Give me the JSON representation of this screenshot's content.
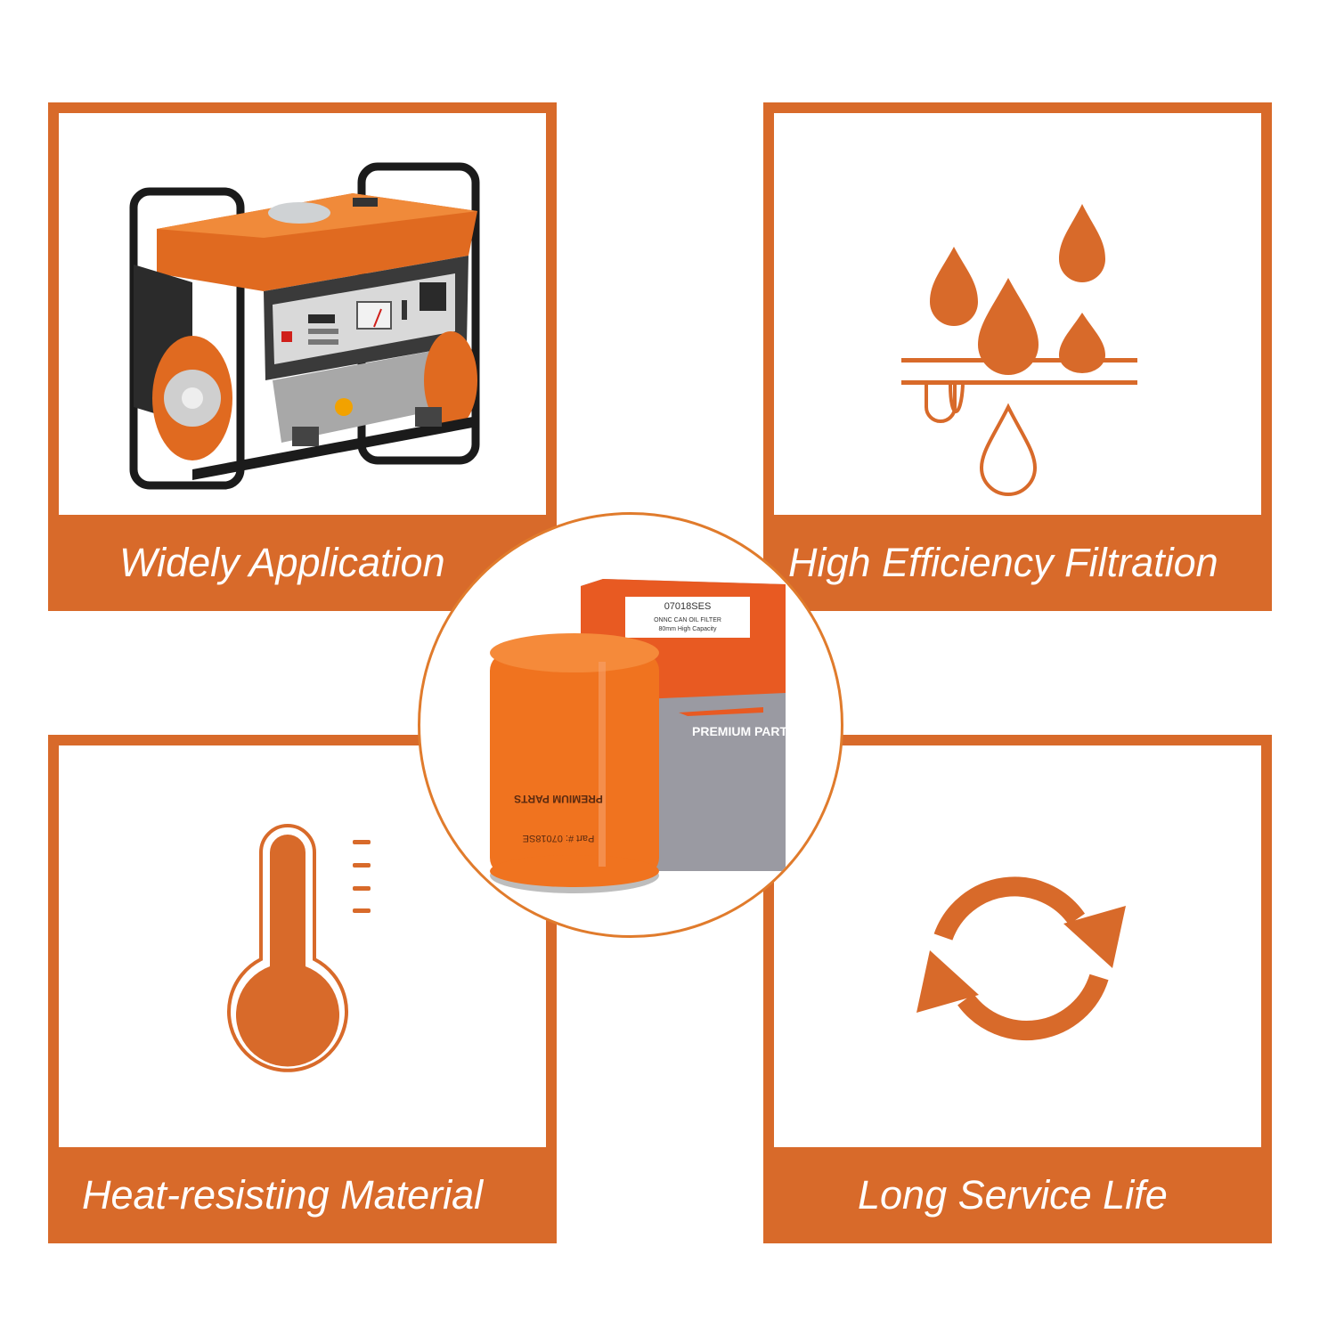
{
  "colors": {
    "accent": "#d86a2a",
    "filter_orange": "#f0731f",
    "box_gray": "#9a9aa2"
  },
  "features": [
    {
      "label": "Widely Application",
      "icon": "generator-image"
    },
    {
      "label": "High Efficiency Filtration",
      "icon": "oil-drops-filter-icon"
    },
    {
      "label": "Heat-resisting Material",
      "icon": "thermometer-icon"
    },
    {
      "label": "Long Service Life",
      "icon": "cycle-arrows-icon"
    }
  ],
  "product": {
    "box_part_number": "07018SES",
    "box_line1": "ONNC CAN OIL FILTER",
    "box_line2": "80mm High Capacity",
    "box_brand": "PREMIUM PARTS",
    "filter_part_number": "Part #: 07018SE",
    "filter_brand": "PREMIUM PARTS"
  }
}
